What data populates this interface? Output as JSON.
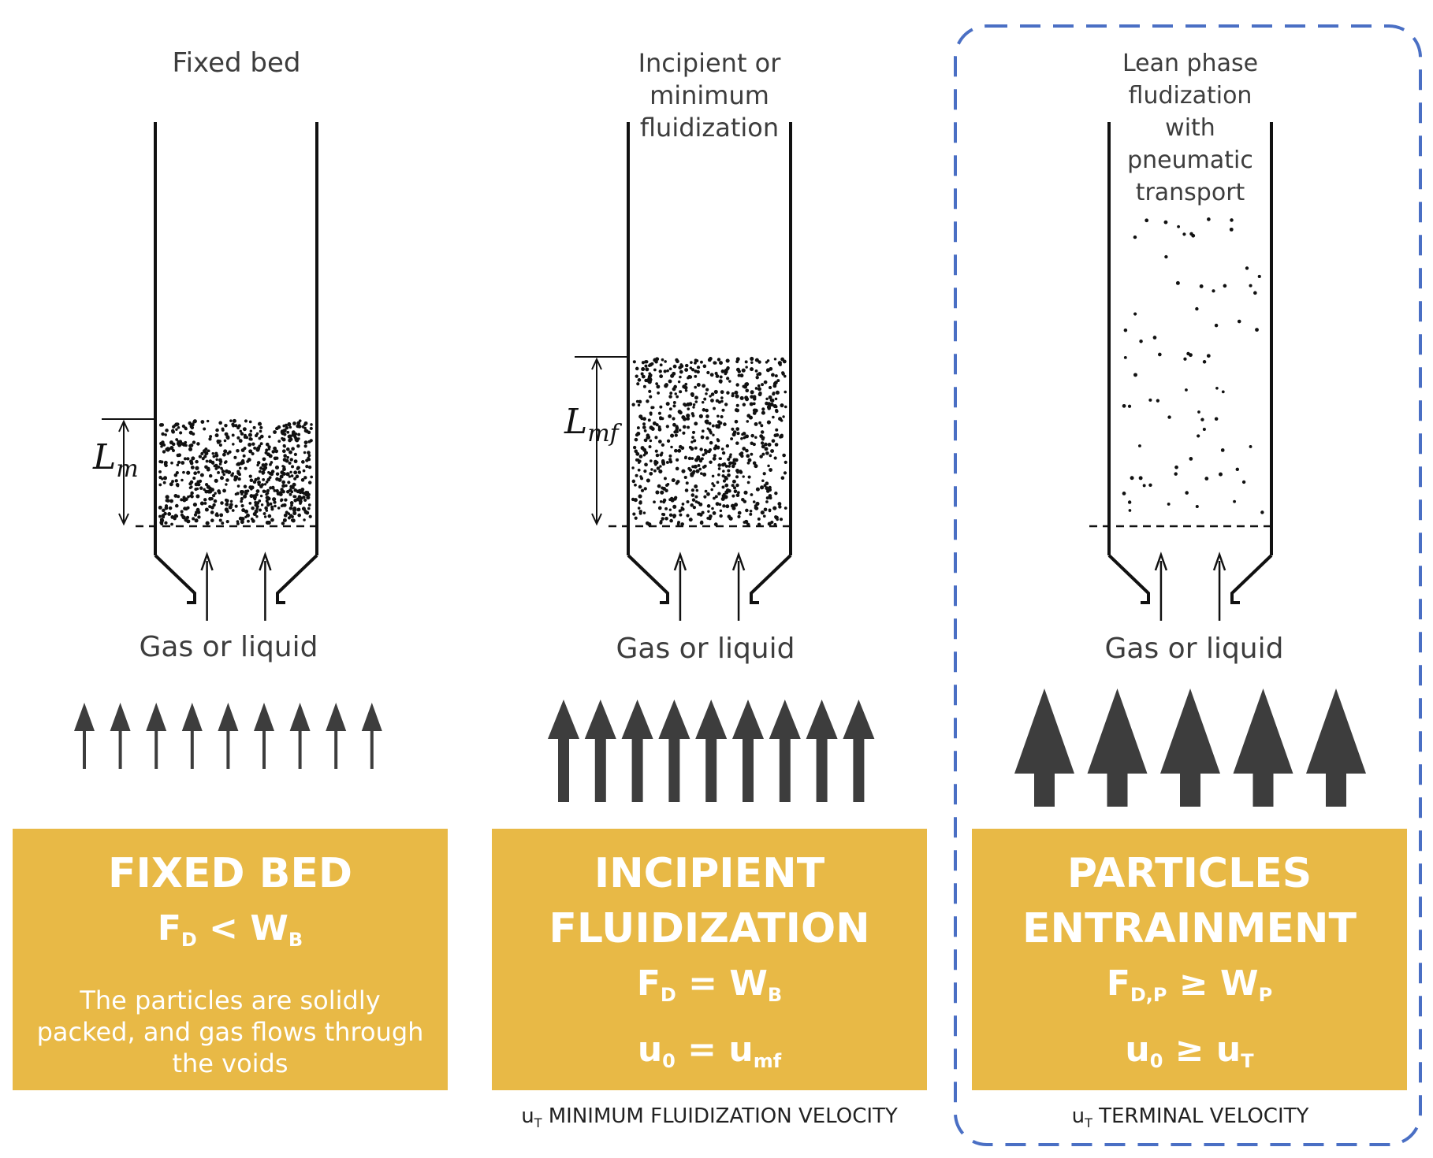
{
  "panels": [
    {
      "top_label": [
        "Fixed bed"
      ],
      "height_var": "L",
      "height_sub": "m",
      "flow_label": "Gas or liquid",
      "box_title": [
        "FIXED BED"
      ],
      "eq1": {
        "lhs": "F",
        "lhs_sub": "D",
        "op": " < ",
        "rhs": "W",
        "rhs_sub": "B"
      },
      "description": [
        "The particles are solidly",
        "packed, and gas flows through",
        "the voids"
      ]
    },
    {
      "top_label": [
        "Incipient or",
        "minimum",
        "fluidization"
      ],
      "height_var": "L",
      "height_sub": "mf",
      "flow_label": "Gas or liquid",
      "box_title": [
        "INCIPIENT",
        "FLUIDIZATION"
      ],
      "eq1": {
        "lhs": "F",
        "lhs_sub": "D",
        "op": " = ",
        "rhs": "W",
        "rhs_sub": "B"
      },
      "eq2": {
        "lhs": "u",
        "lhs_sub": "0",
        "op": " = ",
        "rhs": "u",
        "rhs_sub": "mf"
      },
      "caption": {
        "sym": "u",
        "sub": "T",
        "text": " MINIMUM FLUIDIZATION VELOCITY"
      }
    },
    {
      "top_label": [
        "Lean phase",
        "fludization",
        "with",
        "pneumatic",
        "transport"
      ],
      "flow_label": "Gas or liquid",
      "box_title": [
        "PARTICLES",
        "ENTRAINMENT"
      ],
      "eq1": {
        "lhs": "F",
        "lhs_sub": "D,P",
        "op": " ≥ ",
        "rhs": "W",
        "rhs_sub": "P"
      },
      "eq2": {
        "lhs": "u",
        "lhs_sub": "0",
        "op": " ≥ ",
        "rhs": "u",
        "rhs_sub": "T"
      },
      "caption": {
        "sym": "u",
        "sub": "T",
        "text": " TERMINAL VELOCITY"
      }
    }
  ],
  "colors": {
    "box": "#e8b946",
    "highlight_border": "#4a6fc4",
    "arrow": "#3d3d3d"
  }
}
